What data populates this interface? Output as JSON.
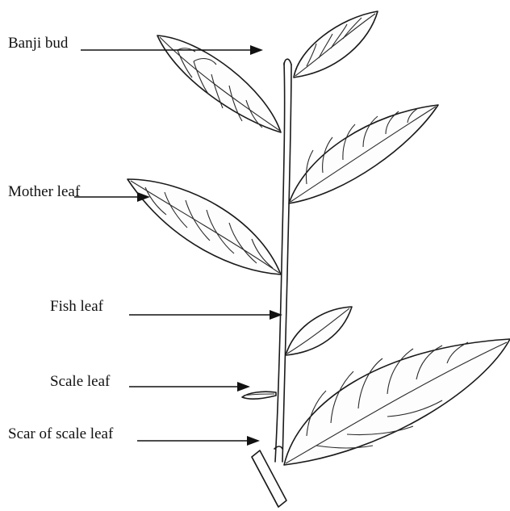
{
  "labels": {
    "banji_bud": "Banji bud",
    "mother_leaf": "Mother leaf",
    "fish_leaf": "Fish leaf",
    "scale_leaf": "Scale leaf",
    "scar_of_scale_leaf": "Scar of scale leaf"
  }
}
